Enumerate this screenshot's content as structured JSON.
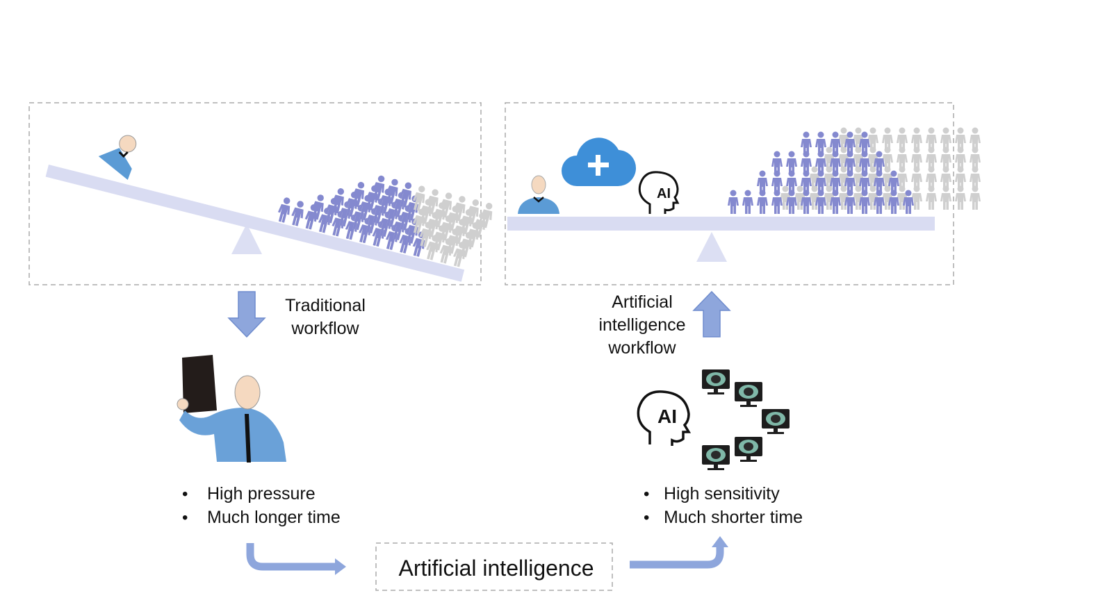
{
  "traditional": {
    "arrow_label_line1": "Traditional",
    "arrow_label_line2": "workflow",
    "bullets": [
      "High pressure",
      "Much longer time"
    ]
  },
  "ai": {
    "arrow_label_line1": "Artificial",
    "arrow_label_line2": "intelligence",
    "arrow_label_line3": "workflow",
    "bullets": [
      "High sensitivity",
      "Much shorter time"
    ],
    "head_label": "AI"
  },
  "center_box": {
    "label": "Artificial intelligence"
  },
  "colors": {
    "beam": "#d9dcf2",
    "crowd": "#8489cf",
    "crowd_faded": "#cfcfcf",
    "arrow": "#8ea6dc",
    "doctor": "#5b9bd5",
    "cloud": "#3e8fd8",
    "skin": "#f5d9c0"
  }
}
